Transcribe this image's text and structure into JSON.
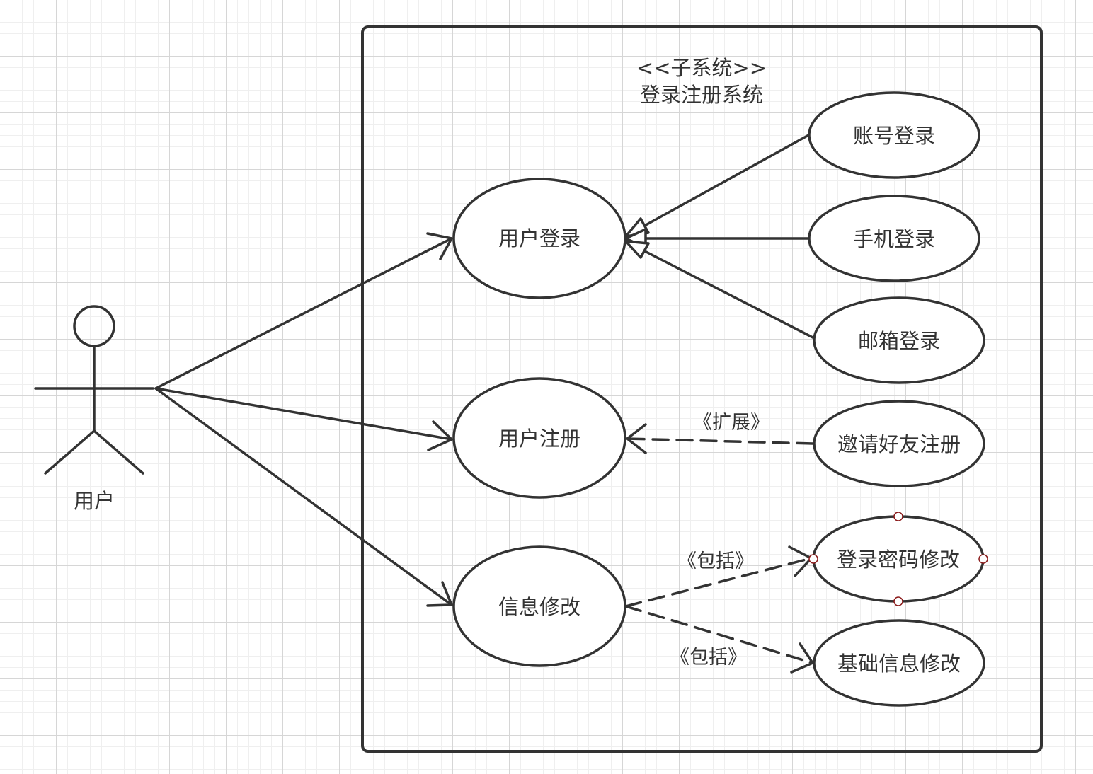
{
  "system": {
    "stereotype": "<<子系统>>",
    "name": "登录注册系统"
  },
  "actor": {
    "name": "用户"
  },
  "use_cases": {
    "user_login": "用户登录",
    "user_register": "用户注册",
    "info_modify": "信息修改",
    "account_login": "账号登录",
    "phone_login": "手机登录",
    "email_login": "邮箱登录",
    "invite_register": "邀请好友注册",
    "password_modify": "登录密码修改",
    "basic_info_modify": "基础信息修改"
  },
  "relations": {
    "extend_label": "《扩展》",
    "include_label_1": "《包括》",
    "include_label_2": "《包括》"
  },
  "colors": {
    "line": "#333333",
    "grid_major": "#d6d6d6",
    "grid_minor": "#efefef",
    "selection_handle": "#8b1a1a"
  }
}
